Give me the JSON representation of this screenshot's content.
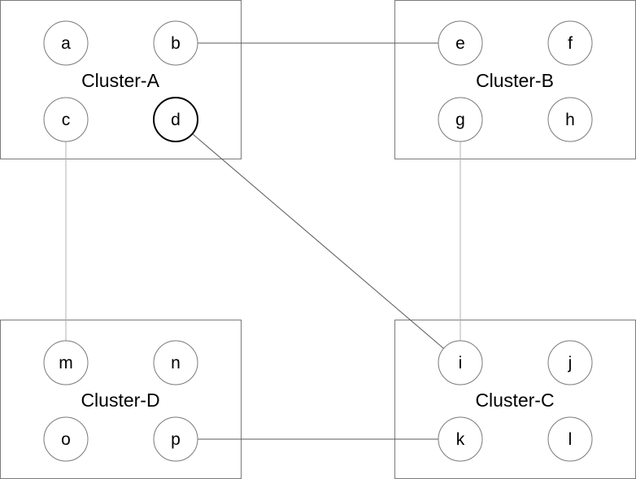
{
  "diagram": {
    "clusters": [
      {
        "id": "A",
        "label": "Cluster-A",
        "nodes": [
          "a",
          "b",
          "c",
          "d"
        ]
      },
      {
        "id": "B",
        "label": "Cluster-B",
        "nodes": [
          "e",
          "f",
          "g",
          "h"
        ]
      },
      {
        "id": "C",
        "label": "Cluster-C",
        "nodes": [
          "i",
          "j",
          "k",
          "l"
        ]
      },
      {
        "id": "D",
        "label": "Cluster-D",
        "nodes": [
          "m",
          "n",
          "o",
          "p"
        ]
      }
    ],
    "selected_node": "d",
    "edges": [
      {
        "from": "b",
        "to": "e"
      },
      {
        "from": "c",
        "to": "m"
      },
      {
        "from": "d",
        "to": "i"
      },
      {
        "from": "g",
        "to": "i"
      },
      {
        "from": "p",
        "to": "k"
      }
    ],
    "colors": {
      "background": "#ffffff",
      "box_stroke": "#7a7a7a",
      "edge": "#5a5a5a",
      "edge_light": "#b0b0b0",
      "selected_stroke": "#000000",
      "text": "#000000"
    }
  }
}
